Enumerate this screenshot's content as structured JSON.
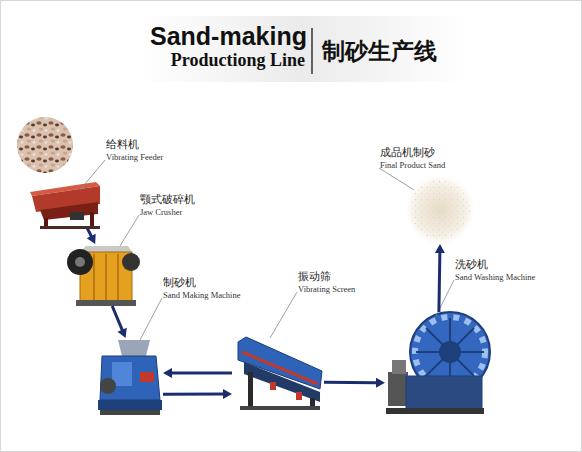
{
  "diagram": {
    "title": "Sand-making",
    "nodes": [
      {
        "text": [
          "给料机",
          "Vibrating Feeder"
        ]
      },
      {
        "text": [
          "颚式破碎机",
          "Jaw Crusher"
        ]
      },
      {
        "text": [
          "制砂机",
          "Sand Making Machine"
        ]
      },
      {
        "text": [
          "振动筛",
          "Vibrating Screen"
        ]
      },
      {
        "text": [
          "洗砂机",
          "Sand Washing Machine"
        ]
      },
      {
        "text": [
          "成品机制砂",
          "Final Product Sand"
        ]
      }
    ],
    "edges": [
      {
        "from": 0,
        "to": 1,
        "arrow": "to"
      },
      {
        "from": 1,
        "to": 2,
        "arrow": "to"
      },
      {
        "from": 3,
        "to": 2,
        "arrow": "to"
      },
      {
        "from": 2,
        "to": 3,
        "arrow": "to"
      },
      {
        "from": 3,
        "to": 4,
        "arrow": "to"
      },
      {
        "from": 4,
        "to": 5,
        "arrow": "to"
      }
    ],
    "labels": [
      "Productiong Line",
      "制砂生产线"
    ]
  }
}
